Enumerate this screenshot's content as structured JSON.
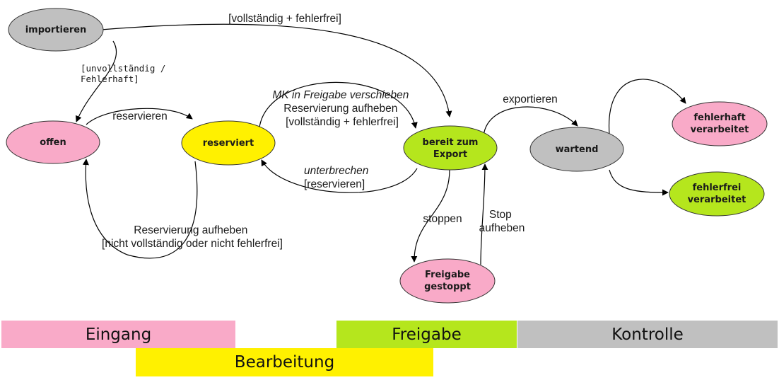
{
  "colors": {
    "pink": "#f9aac8",
    "yellow": "#fff100",
    "green": "#b5e61d",
    "gray": "#c0c0c0",
    "stroke": "#333333"
  },
  "nodes": {
    "importieren": {
      "lines": [
        "importieren"
      ],
      "color": "#c0c0c0"
    },
    "offen": {
      "lines": [
        "offen"
      ],
      "color": "#f9aac8"
    },
    "reserviert": {
      "lines": [
        "reserviert"
      ],
      "color": "#fff100"
    },
    "bereit_zum_export": {
      "lines": [
        "bereit zum",
        "Export"
      ],
      "color": "#b5e61d"
    },
    "wartend": {
      "lines": [
        "wartend"
      ],
      "color": "#c0c0c0"
    },
    "fehlerhaft_verarbeitet": {
      "lines": [
        "fehlerhaft",
        "verarbeitet"
      ],
      "color": "#f9aac8"
    },
    "fehlerfrei_verarbeitet": {
      "lines": [
        "fehlerfrei",
        "verarbeitet"
      ],
      "color": "#b5e61d"
    },
    "freigabe_gestoppt": {
      "lines": [
        "Freigabe",
        "gestoppt"
      ],
      "color": "#f9aac8"
    }
  },
  "edge_labels": {
    "import_to_export": [
      "[vollständig + fehlerfrei]"
    ],
    "import_to_offen": [
      "[unvollständig /",
      "Fehlerhaft]"
    ],
    "offen_to_reserviert": [
      "reservieren"
    ],
    "reserviert_to_export": [
      "MK in Freigabe verschieben",
      "Reservierung aufheben",
      "[vollständig + fehlerfrei]"
    ],
    "export_to_reserviert": [
      "unterbrechen",
      "[reservieren]"
    ],
    "reserviert_to_offen": [
      "Reservierung aufheben",
      "[nicht vollständig oder nicht fehlerfrei]"
    ],
    "export_to_wartend": [
      "exportieren"
    ],
    "export_to_gestoppt": [
      "stoppen"
    ],
    "gestoppt_to_export": [
      "Stop",
      "aufheben"
    ]
  },
  "bands": {
    "eingang": {
      "label": "Eingang",
      "color": "#f9aac8"
    },
    "freigabe": {
      "label": "Freigabe",
      "color": "#b5e61d"
    },
    "kontrolle": {
      "label": "Kontrolle",
      "color": "#c0c0c0"
    },
    "bearbeitung": {
      "label": "Bearbeitung",
      "color": "#fff100"
    }
  }
}
